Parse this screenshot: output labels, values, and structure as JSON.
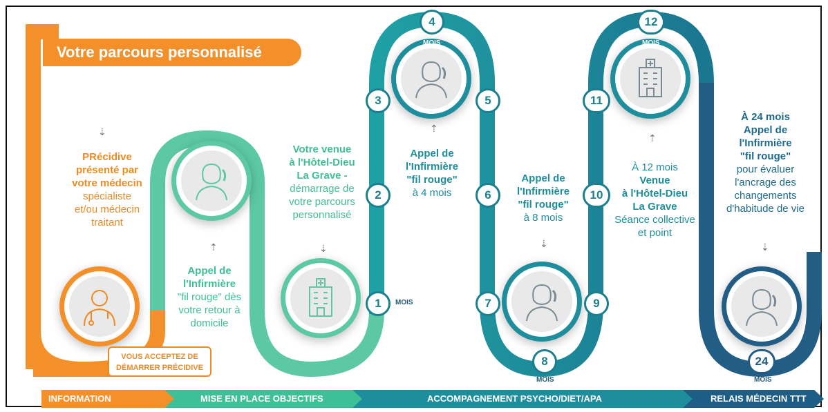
{
  "title": "Votre parcours personnalisé",
  "texts": {
    "b1": "PRécidive",
    "b2": "présenté par",
    "b3": "votre médecin",
    "b4": "spécialiste",
    "b5": "et/ou médecin",
    "b6": "traitant",
    "c1": "Appel de",
    "c2": "l'Infirmière",
    "c3": "\"fil rouge\" dès",
    "c4": "votre retour à",
    "c5": "domicile",
    "v1": "Votre venue",
    "v2": "à l'Hôtel-Dieu",
    "v3": "La Grave -",
    "v4": "démarrage de",
    "v5": "votre parcours",
    "v6": "personnalisé",
    "a1": "Appel de",
    "a2": "l'Infirmière",
    "a3": "\"fil rouge\"",
    "a4": "à 4 mois",
    "e1": "Appel de",
    "e2": "l'Infirmière",
    "e3": "\"fil rouge\"",
    "e4": "à 8 mois",
    "h1": "À 12 mois",
    "h2": "Venue",
    "h3": "à l'Hôtel-Dieu",
    "h4": "La Grave",
    "h5": "Séance collective",
    "h6": "et point",
    "f1": "À 24 mois",
    "f2": "Appel de",
    "f3": "l'Infirmière",
    "f4": "\"fil rouge\"",
    "f5": "pour évaluer",
    "f6": "l'ancrage des",
    "f7": "changements",
    "f8": "d'habitude de vie"
  },
  "accept": [
    "VOUS ACCEPTEZ DE",
    "DÉMARRER PRÉCIDIVE"
  ],
  "mois_label": "MOIS",
  "steps": [
    "1",
    "2",
    "3",
    "4",
    "5",
    "6",
    "7",
    "8",
    "9",
    "10",
    "11",
    "12",
    "24"
  ],
  "phases": [
    {
      "label": "INFORMATION",
      "color": "#f39029"
    },
    {
      "label": "MISE EN PLACE OBJECTIFS",
      "color": "#3fbf96"
    },
    {
      "label": "ACCOMPAGNEMENT PSYCHO/DIET/APA",
      "color": "#1e8d9c"
    },
    {
      "label": "RELAIS MÉDECIN TTT",
      "color": "#1d5d86"
    }
  ],
  "colors": {
    "orange": "#f39029",
    "green": "#5cc9a4",
    "teal": "#1e8d9c",
    "navy": "#225d86"
  },
  "icons": [
    "doctor-icon",
    "nurse-phone-icon",
    "hospital-icon"
  ]
}
